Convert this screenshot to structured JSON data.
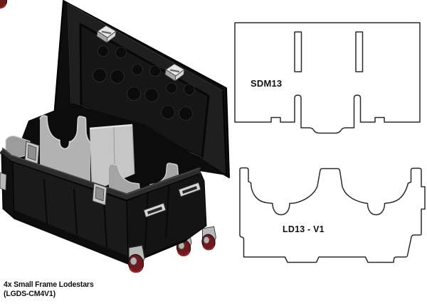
{
  "caption": {
    "line1": "4x Small Frame Lodestars",
    "line2": "(LGDS-CM4V1)"
  },
  "panels": {
    "sdm13": {
      "label": "SDM13"
    },
    "ld13": {
      "label": "LD13 - V1"
    }
  },
  "colors": {
    "background": "#ffffff",
    "outline": "#2b2b2b",
    "label-text": "#111111",
    "case-black": "#1f1f1f",
    "case-dark": "#0c0c0c",
    "foam": "#b2b2b2",
    "foam-bright": "#c6c6c6",
    "hardware": "#d6d6d6",
    "wheel-red": "#6f191f",
    "wheel-red-bright": "#9e2329"
  }
}
